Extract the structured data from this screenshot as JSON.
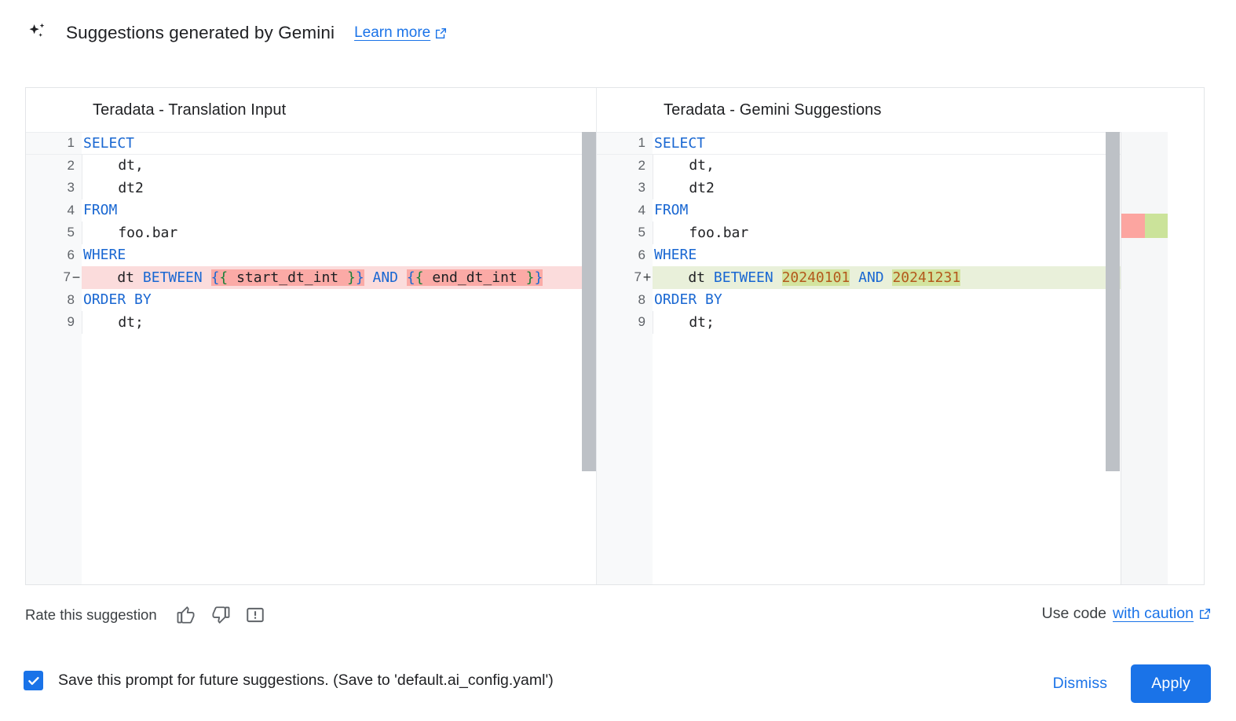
{
  "header": {
    "icon": "sparkle-icon",
    "title": "Suggestions generated by Gemini",
    "learn_more": "Learn more",
    "learn_more_icon": "external-link-icon"
  },
  "colors": {
    "accent": "#1a73e8",
    "keyword": "#1967d2",
    "number": "#b3591b",
    "brace_green": "#188038",
    "diff_delete_bg": "#fbdcdc",
    "diff_delete_hl": "#fbaaa6",
    "diff_add_bg": "#e9f0da",
    "diff_add_hl": "#d3e49f",
    "gutter_bg": "#f8f9fa",
    "scrollbar": "#bdc1c6"
  },
  "panes": {
    "left": {
      "title": "Teradata - Translation Input",
      "lines": [
        {
          "n": "1",
          "marker": "",
          "type": "ctx",
          "first": true,
          "tokens": [
            {
              "t": "SELECT",
              "c": "kw"
            }
          ]
        },
        {
          "n": "2",
          "marker": "",
          "type": "ctx",
          "tokens": [
            {
              "t": "    dt,",
              "c": "id"
            }
          ]
        },
        {
          "n": "3",
          "marker": "",
          "type": "ctx",
          "tokens": [
            {
              "t": "    dt2",
              "c": "id"
            }
          ]
        },
        {
          "n": "4",
          "marker": "",
          "type": "ctx",
          "nogl": true,
          "tokens": [
            {
              "t": "FROM",
              "c": "kw"
            }
          ]
        },
        {
          "n": "5",
          "marker": "",
          "type": "ctx",
          "tokens": [
            {
              "t": "    foo.bar",
              "c": "id"
            }
          ]
        },
        {
          "n": "6",
          "marker": "",
          "type": "ctx",
          "nogl": true,
          "tokens": [
            {
              "t": "WHERE",
              "c": "kw"
            }
          ]
        },
        {
          "n": "7",
          "marker": "−",
          "type": "del",
          "nogl": true,
          "tokens": [
            {
              "t": "    dt ",
              "c": "id"
            },
            {
              "t": "BETWEEN",
              "c": "kw"
            },
            {
              "t": " ",
              "c": "id"
            },
            {
              "t": "{",
              "c": "brace-blue",
              "hl": "del"
            },
            {
              "t": "{",
              "c": "brace-green",
              "hl": "del"
            },
            {
              "t": " start_dt_int ",
              "c": "id",
              "hl": "del"
            },
            {
              "t": "}",
              "c": "brace-green",
              "hl": "del"
            },
            {
              "t": "}",
              "c": "brace-blue",
              "hl": "del"
            },
            {
              "t": " ",
              "c": "id"
            },
            {
              "t": "AND",
              "c": "kw"
            },
            {
              "t": " ",
              "c": "id"
            },
            {
              "t": "{",
              "c": "brace-blue",
              "hl": "del"
            },
            {
              "t": "{",
              "c": "brace-green",
              "hl": "del"
            },
            {
              "t": " end_dt_int ",
              "c": "id",
              "hl": "del"
            },
            {
              "t": "}",
              "c": "brace-green",
              "hl": "del"
            },
            {
              "t": "}",
              "c": "brace-blue",
              "hl": "del"
            }
          ]
        },
        {
          "n": "8",
          "marker": "",
          "type": "ctx",
          "nogl": true,
          "tokens": [
            {
              "t": "ORDER BY",
              "c": "kw"
            }
          ]
        },
        {
          "n": "9",
          "marker": "",
          "type": "ctx",
          "tokens": [
            {
              "t": "    dt;",
              "c": "id"
            }
          ]
        }
      ]
    },
    "right": {
      "title": "Teradata - Gemini Suggestions",
      "lines": [
        {
          "n": "1",
          "marker": "",
          "type": "ctx",
          "first": true,
          "tokens": [
            {
              "t": "SELECT",
              "c": "kw"
            }
          ]
        },
        {
          "n": "2",
          "marker": "",
          "type": "ctx",
          "tokens": [
            {
              "t": "    dt,",
              "c": "id"
            }
          ]
        },
        {
          "n": "3",
          "marker": "",
          "type": "ctx",
          "tokens": [
            {
              "t": "    dt2",
              "c": "id"
            }
          ]
        },
        {
          "n": "4",
          "marker": "",
          "type": "ctx",
          "nogl": true,
          "tokens": [
            {
              "t": "FROM",
              "c": "kw"
            }
          ]
        },
        {
          "n": "5",
          "marker": "",
          "type": "ctx",
          "tokens": [
            {
              "t": "    foo.bar",
              "c": "id"
            }
          ]
        },
        {
          "n": "6",
          "marker": "",
          "type": "ctx",
          "nogl": true,
          "tokens": [
            {
              "t": "WHERE",
              "c": "kw"
            }
          ]
        },
        {
          "n": "7",
          "marker": "+",
          "type": "add",
          "nogl": true,
          "tokens": [
            {
              "t": "    dt ",
              "c": "id"
            },
            {
              "t": "BETWEEN",
              "c": "kw"
            },
            {
              "t": " ",
              "c": "id"
            },
            {
              "t": "20240101",
              "c": "num2",
              "hl": "add"
            },
            {
              "t": " ",
              "c": "id"
            },
            {
              "t": "AND",
              "c": "kw"
            },
            {
              "t": " ",
              "c": "id"
            },
            {
              "t": "20241231",
              "c": "num2",
              "hl": "add"
            }
          ]
        },
        {
          "n": "8",
          "marker": "",
          "type": "ctx",
          "nogl": true,
          "tokens": [
            {
              "t": "ORDER BY",
              "c": "kw"
            }
          ]
        },
        {
          "n": "9",
          "marker": "",
          "type": "ctx",
          "tokens": [
            {
              "t": "    dt;",
              "c": "id"
            }
          ]
        }
      ]
    }
  },
  "feedback": {
    "label": "Rate this suggestion",
    "thumb_up_icon": "thumb-up-icon",
    "thumb_down_icon": "thumb-down-icon",
    "report_icon": "report-icon"
  },
  "caution": {
    "prefix": "Use code",
    "link": "with caution",
    "icon": "external-link-icon"
  },
  "save": {
    "checked": true,
    "label": "Save this prompt for future suggestions. (Save to 'default.ai_config.yaml')"
  },
  "actions": {
    "dismiss": "Dismiss",
    "apply": "Apply"
  }
}
